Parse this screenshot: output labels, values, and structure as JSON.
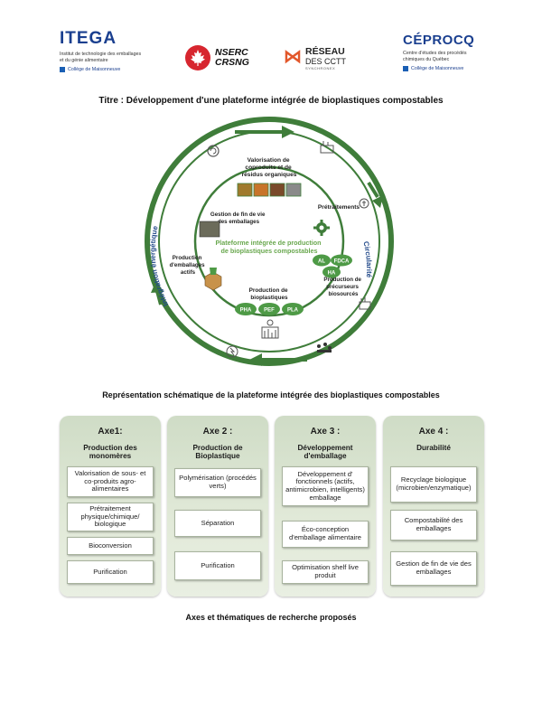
{
  "logos": {
    "itega": {
      "name": "ITEGA",
      "line1": "Institut de technologie des emballages",
      "line2": "et du génie alimentaire",
      "college": "Collège de Maisonneuve"
    },
    "nserc": {
      "line1": "NSERC",
      "line2": "CRSNG"
    },
    "reseau": {
      "line1": "RÉSEAU",
      "line2": "DES CCTT",
      "line3": "SYNCHRONEX"
    },
    "ceprocq": {
      "name": "CÉPROCQ",
      "line1": "Centre d'études des procédés",
      "line2": "chimiques du Québec",
      "college": "Collège de Maisonneuve"
    }
  },
  "title": "Titre : Développement d'une plateforme intégrée de bioplastiques compostables",
  "diagram": {
    "arc_left": "Intégration énergétique",
    "arc_right": "Circularité",
    "center_line1": "Plateforme intégrée de production",
    "center_line2": "de bioplastiques compostables",
    "nodes": {
      "valorisation": [
        "Valorisation de",
        "coproduits et de",
        "résidus organiques"
      ],
      "pretraitements": "Prétraitements",
      "precurseurs": [
        "Production de",
        "précurseurs",
        "biosourcés"
      ],
      "bioplastiques": [
        "Production de",
        "bioplastiques"
      ],
      "emballages": [
        "Production",
        "d'emballages",
        "actifs"
      ],
      "gestion": [
        "Gestion de fin de vie",
        "des emballages"
      ]
    },
    "pills": {
      "al": "AL",
      "fdca": "FDCA",
      "ha": "HA",
      "pha": "PHA",
      "pef": "PEF",
      "pla": "PLA"
    },
    "colors": {
      "ring": "#3f7d3a",
      "pill": "#4e9a46",
      "center_text": "#6aa84f",
      "arc_text": "#234a8a"
    }
  },
  "caption_diagram": "Représentation schématique de la plateforme intégrée des bioplastiques compostables",
  "axes": [
    {
      "title": "Axe1:",
      "sub": "Production des monomères",
      "items": [
        "Valorisation de sous- et co-produits agro-alimentaires",
        "Prétraitement physique/chimique/ biologique",
        "Bioconversion",
        "Purification"
      ]
    },
    {
      "title": "Axe 2 :",
      "sub": "Production de Bioplastique",
      "items": [
        "Polymérisation (procédés verts)",
        "Séparation",
        "Purification"
      ]
    },
    {
      "title": "Axe 3 :",
      "sub": "Développement d'emballage",
      "items": [
        "Développement d' fonctionnels (actifs, antimicrobien, intelligents) emballage",
        "Éco-conception d'emballage alimentaire",
        "Optimisation shelf live produit"
      ]
    },
    {
      "title": "Axe 4 :",
      "sub": "Durabilité",
      "items": [
        "Recyclage biologique (microbien/enzymatique)",
        "Compostabilité des emballages",
        "Gestion de fin de vie des emballages"
      ]
    }
  ],
  "caption_axes": "Axes et thématiques de recherche proposés"
}
